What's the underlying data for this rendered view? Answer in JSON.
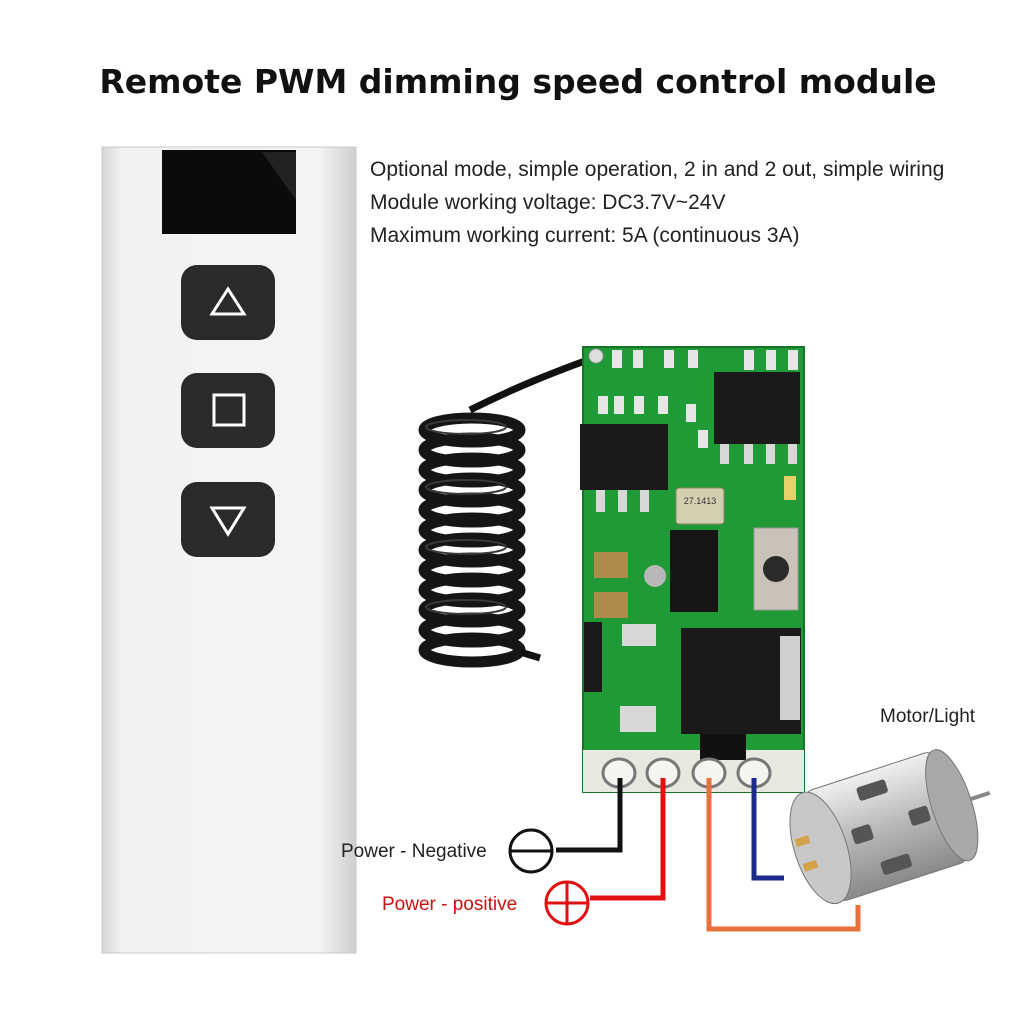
{
  "title": "Remote PWM dimming speed control module",
  "specs": [
    "Optional mode, simple operation, 2 in and 2 out, simple wiring",
    "Module working voltage: DC3.7V~24V",
    "Maximum working current: 5A (continuous 3A)"
  ],
  "labels": {
    "motor_light": "Motor/Light",
    "power_negative": "Power  -  Negative",
    "power_positive": "Power  -  positive"
  },
  "crystal_text": "27.1413",
  "remote_buttons": [
    "up-triangle-icon",
    "stop-square-icon",
    "down-triangle-icon"
  ],
  "colors": {
    "pcb": "#1f9a36",
    "wire_negative": "#111111",
    "wire_positive": "#e01010",
    "wire_output_orange": "#e8703a",
    "wire_output_blue": "#1c2a8c",
    "positive_label": "#cc1111"
  }
}
